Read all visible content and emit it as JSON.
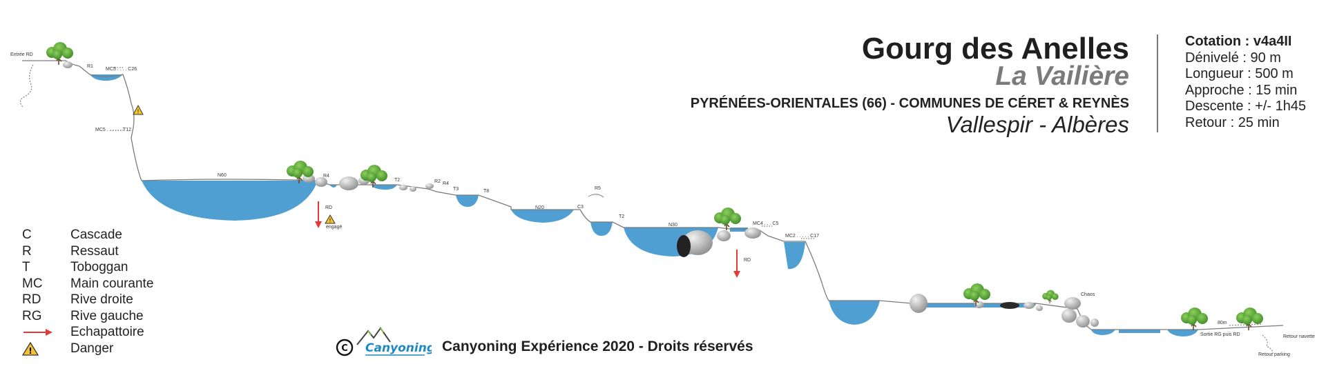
{
  "header": {
    "title": "Gourg des Anelles",
    "subtitle": "La Vailière",
    "region": "PYRÉNÉES-ORIENTALES (66) - COMMUNES DE CÉRET & REYNÈS",
    "area": "Vallespir - Albères"
  },
  "stats": {
    "grade": "Cotation : v4a4II",
    "elevation": "Dénivelé : 90 m",
    "length": "Longueur : 500 m",
    "approach": "Approche : 15 min",
    "descent": "Descente : +/- 1h45",
    "return": "Retour : 25 min"
  },
  "legend": [
    {
      "abbr": "C",
      "desc": "Cascade"
    },
    {
      "abbr": "R",
      "desc": "Ressaut"
    },
    {
      "abbr": "T",
      "desc": "Toboggan"
    },
    {
      "abbr": "MC",
      "desc": "Main courante"
    },
    {
      "abbr": "RD",
      "desc": "Rive droite"
    },
    {
      "abbr": "RG",
      "desc": "Rive gauche"
    },
    {
      "abbr": "",
      "desc": "Echapattoire",
      "icon": "red-arrow-icon"
    },
    {
      "abbr": "",
      "desc": "Danger",
      "icon": "warning-icon"
    }
  ],
  "credits": "Canyoning Expérience 2020 - Droits réservés",
  "logo_text": "Canyoning",
  "copyright_symbol": "©",
  "labels": {
    "entree": "Entrée RD",
    "r1": "R1",
    "mc5_c26": "MC5 . . . . C26",
    "mc5_t12": "MC5 . . . . . . T12",
    "n60": "N60",
    "r4a": "R4",
    "t2a": "T2",
    "r2": "R2",
    "r4b": "R4",
    "t3": "T3",
    "t8": "T8",
    "rd1": "RD",
    "engage": "engagé",
    "n20": "N20",
    "c3": "C3",
    "r5": "R5",
    "t2b": "T2",
    "n30": "N30",
    "mc4_c5": "MC4 . . . C5",
    "mc2_c17": "MC2 . . . . . C17",
    "rd2": "RD",
    "chaos": "Chaos",
    "dist80": "80m",
    "sortie": "Sortie RG puis RD",
    "navette": "Retour navette",
    "parking": "Retour parking"
  },
  "colors": {
    "water": "#4f9fd3",
    "arrow": "#e53935",
    "tree": "#5aa83a",
    "rock": "#cfcfcf",
    "warning": "#f4c430",
    "accent_logo": "#1e88c7"
  }
}
